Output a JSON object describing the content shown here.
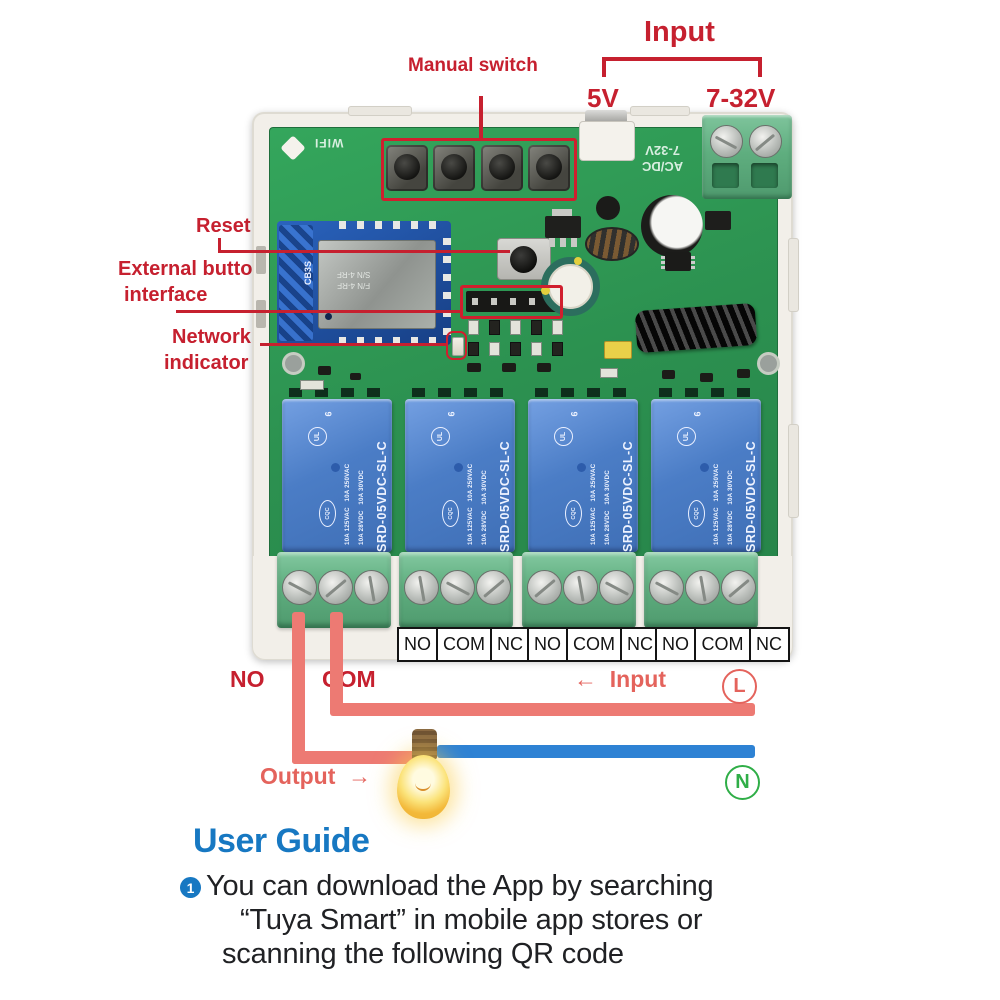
{
  "colors": {
    "annotation_red": "#c6202f",
    "highlight_red": "#d01f2e",
    "wire_red": "#ed7a73",
    "wire_blue": "#2e82d4",
    "neutral_green": "#2fae47",
    "guide_blue": "#1778c2",
    "pcb_green": "#2f9e56",
    "relay_blue": "#4f81ca",
    "terminal_green": "#66b286",
    "case_white": "#f2efe9"
  },
  "top": {
    "manual_switch": "Manual switch",
    "input_title": "Input",
    "input_5v": "5V",
    "input_7_32v": "7-32V"
  },
  "left_labels": {
    "reset": "Reset",
    "external_button_line1": "External button",
    "external_button_line2": "interface",
    "network_line1": "Network",
    "network_line2": "indicator"
  },
  "pcb_silk": {
    "wifi": "WIFI",
    "power_line1": "7-32V",
    "power_line2": "AC/DC",
    "module_name": "CB3S",
    "shield_line1": "F/N 4-RF",
    "shield_line2": "S/N 4-RF"
  },
  "relay": {
    "model": "SRD-05VDC-SL-C",
    "rating_col1": "10A 125VAC   10A 250VAC",
    "rating_col2": "10A 28VDC   10A 30VDC",
    "ul_mark": "UL",
    "num_mark": "6",
    "cqc_mark": "CQC"
  },
  "terminal_sets": [
    {
      "no": "NO",
      "com": "COM",
      "nc": "NC"
    },
    {
      "no": "NO",
      "com": "COM",
      "nc": "NC"
    },
    {
      "no": "NO",
      "com": "COM",
      "nc": "NC"
    }
  ],
  "wiring": {
    "no": "NO",
    "com": "COM",
    "input_arrow": "←",
    "input": "Input",
    "live": "L",
    "output": "Output",
    "output_arrow": "→",
    "neutral": "N"
  },
  "guide": {
    "title": "User Guide",
    "step_num": "1",
    "line1": "You can download the App by searching",
    "line2": "“Tuya Smart”  in mobile app stores or",
    "line3": "scanning the following QR code"
  }
}
